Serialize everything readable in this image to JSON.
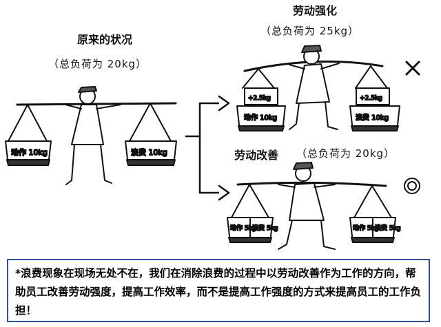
{
  "original": {
    "title": "原来的状况",
    "load": "（总负荷为 20kg）",
    "left_box": "动作 10kg",
    "right_box": "浪费 10kg"
  },
  "intensified": {
    "title": "劳动强化",
    "load": "（总负荷为 25kg）",
    "left_extra": "+2.5kg",
    "left_box": "动作 10kg",
    "right_extra": "+2.5kg",
    "right_box": "浪费 10kg",
    "verdict_icon": "cross-icon"
  },
  "improved": {
    "title": "劳动改善",
    "load": "（总负荷为 20kg）",
    "boxes": [
      "动作 5kg",
      "浪费 5kg",
      "动作 5kg",
      "浪费 5kg"
    ],
    "verdict_icon": "double-circle-icon"
  },
  "note": "*浪费现象在现场无处不在，我们在消除浪费的过程中以劳动改善作为工作的方向，帮助员工改善劳动强度，提高工作效率，而不是提高工作强度的方式来提高员工的工作负担！",
  "colors": {
    "border": "#2f4f9a",
    "ink": "#111111"
  }
}
